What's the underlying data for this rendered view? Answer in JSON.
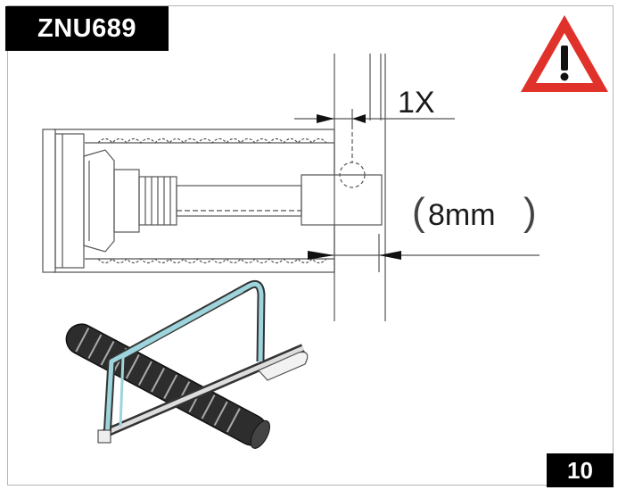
{
  "model_code": "ZNU689",
  "page_number": "10",
  "annotations": {
    "multiplier": "1X",
    "measurement": "8mm"
  },
  "icons": {
    "warning": "warning-triangle-icon",
    "saw": "hacksaw-icon"
  },
  "colors": {
    "badge_bg": "#000000",
    "badge_text": "#ffffff",
    "warning_red": "#e0322a",
    "saw_frame": "#9ed4dc"
  }
}
